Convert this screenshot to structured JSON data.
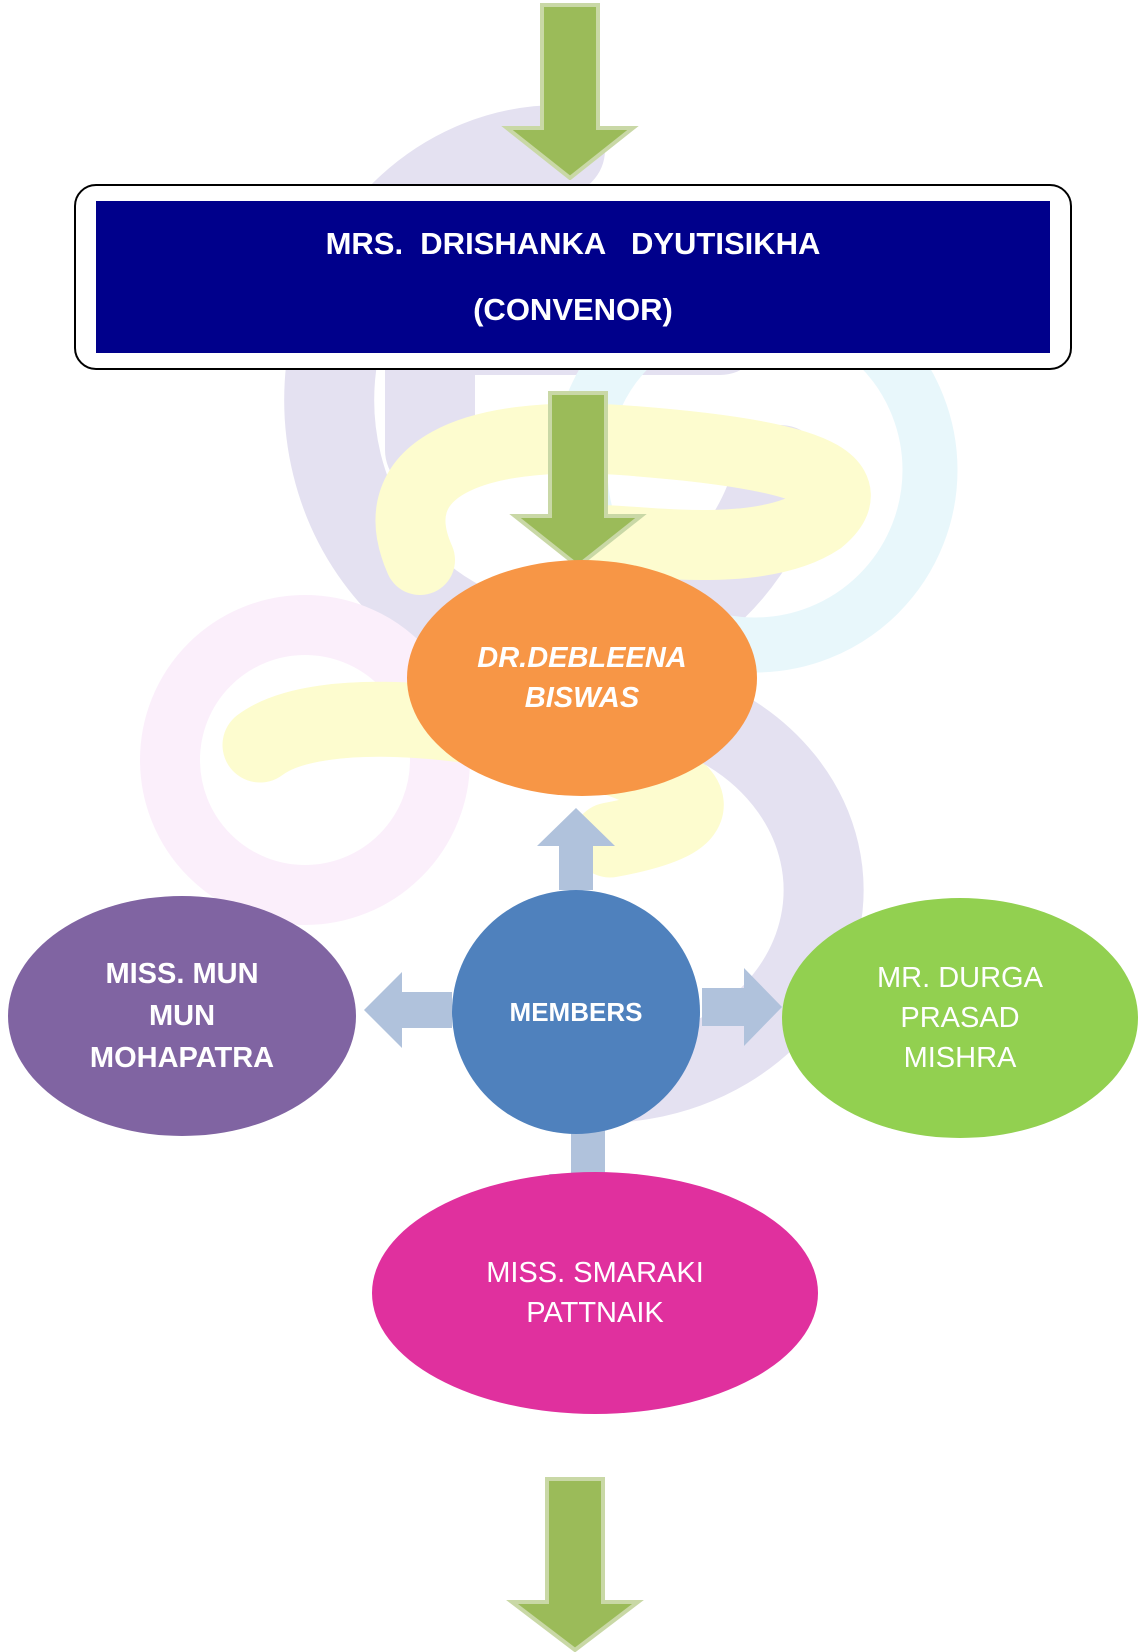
{
  "convenor": {
    "name": "MRS.  DRISHANKA   DYUTISIKHA",
    "role": "(CONVENOR)"
  },
  "head_member": {
    "name": "DR.DEBLEENA BISWAS"
  },
  "center": {
    "label": "MEMBERS"
  },
  "members": {
    "left": "MISS. MUN MUN MOHAPATRA",
    "right": "MR. DURGA PRASAD MISHRA",
    "bottom": "MISS. SMARAKI PATTNAIK"
  },
  "colors": {
    "convenor_box": "#00008b",
    "head_member": "#f79646",
    "members_center": "#4f81bd",
    "member_left": "#8064a2",
    "member_right": "#92d050",
    "member_bottom": "#e0309e",
    "flow_arrow": "#9bbb59",
    "member_arrow": "#b0c2dc",
    "watermark": "#e2dff0"
  },
  "icons": {
    "flow_arrow": "arrow-down-icon",
    "member_arrows": [
      "arrow-up-icon",
      "arrow-left-icon",
      "arrow-right-icon",
      "arrow-down-icon"
    ],
    "background": "watermark-logo"
  }
}
